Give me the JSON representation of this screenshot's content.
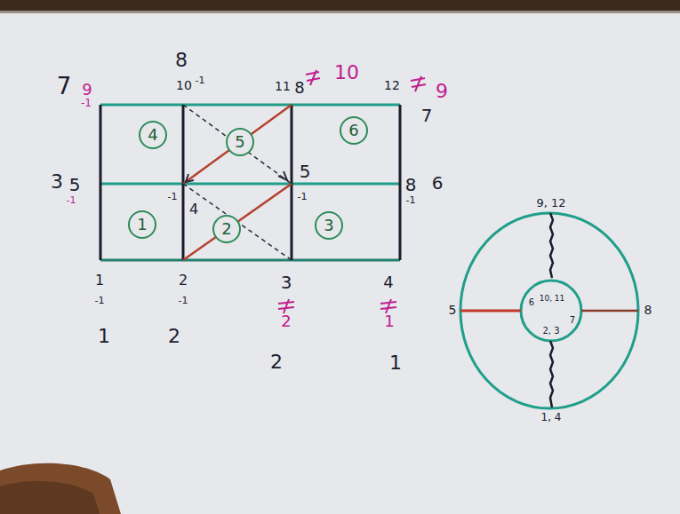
{
  "diagram": {
    "nodes": [
      {
        "text": [
          "4"
        ]
      },
      {
        "text": [
          "5"
        ]
      },
      {
        "text": [
          "6"
        ]
      },
      {
        "text": [
          "1"
        ]
      },
      {
        "text": [
          "2"
        ]
      },
      {
        "text": [
          "3"
        ]
      }
    ],
    "labels": [
      "7",
      "9",
      "-1",
      "8",
      "10",
      "-1",
      "11",
      "8",
      "10",
      "12",
      "9",
      "7",
      "3",
      "5",
      "-1",
      "-1",
      "4",
      "5",
      "-1",
      "8",
      "6",
      "-1",
      "1",
      "-1",
      "1",
      "2",
      "-1",
      "2",
      "3",
      "2",
      "2",
      "4",
      "1",
      "1",
      "9, 12",
      "5",
      "6",
      "10, 11",
      "7",
      "8",
      "2, 3",
      "1, 4"
    ]
  }
}
